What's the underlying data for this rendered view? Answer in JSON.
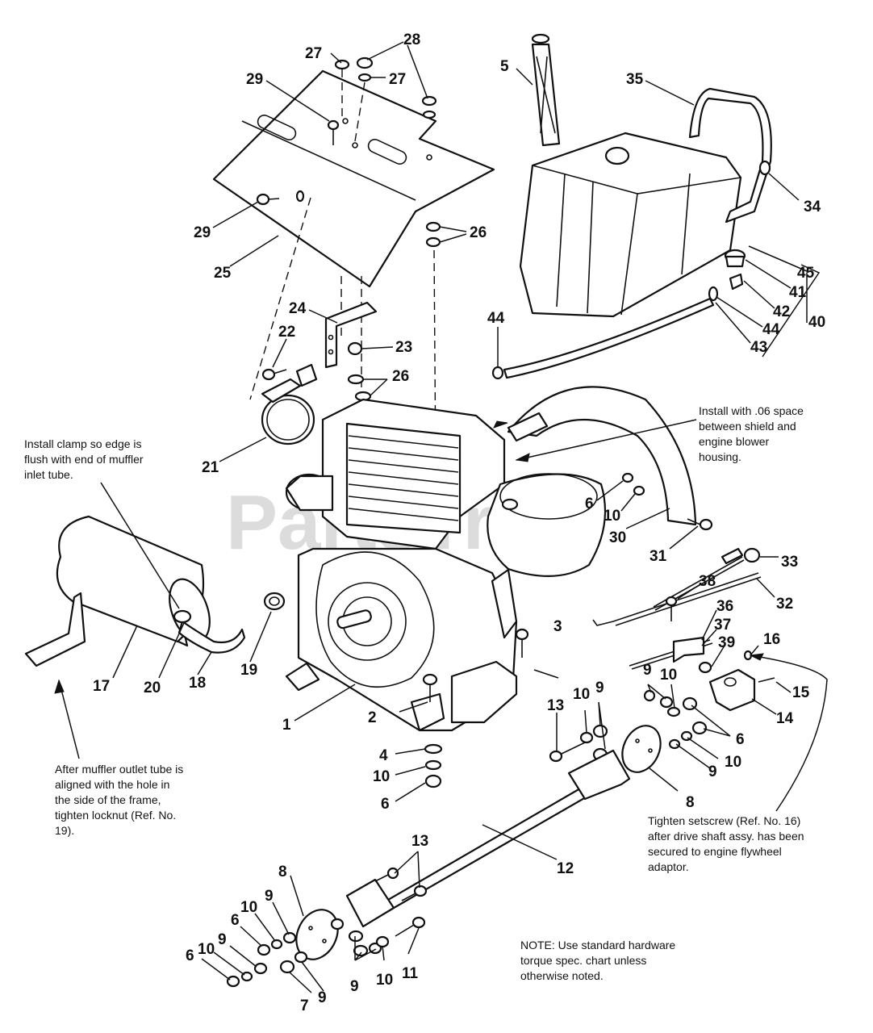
{
  "watermark": "PartsTree",
  "notes": {
    "clamp": "Install clamp so edge is\nflush with end of muffler\ninlet tube.",
    "shield": "Install with .06 space\nbetween shield and\nengine blower\nhousing.",
    "muffler": "After muffler outlet tube is\naligned with the hole in\nthe side of the frame,\ntighten locknut (Ref. No.\n19).",
    "setscrew": "Tighten setscrew (Ref. No. 16)\nafter drive shaft assy. has been\nsecured to engine flywheel\nadaptor.",
    "torque": "NOTE: Use standard hardware\ntorque spec. chart unless\notherwise noted."
  },
  "callouts": {
    "c1": "1",
    "c2": "2",
    "c3": "3",
    "c4": "4",
    "c5": "5",
    "c6a": "6",
    "c6b": "6",
    "c6c": "6",
    "c6d": "6",
    "c6e": "6",
    "c7": "7",
    "c8a": "8",
    "c8b": "8",
    "c9a": "9",
    "c9b": "9",
    "c9c": "9",
    "c9d": "9",
    "c9e": "9",
    "c9f": "9",
    "c9g": "9",
    "c10a": "10",
    "c10b": "10",
    "c10c": "10",
    "c10d": "10",
    "c10e": "10",
    "c10f": "10",
    "c10g": "10",
    "c10h": "10",
    "c11": "11",
    "c12": "12",
    "c13a": "13",
    "c13b": "13",
    "c14": "14",
    "c15": "15",
    "c16": "16",
    "c17": "17",
    "c18": "18",
    "c19": "19",
    "c20": "20",
    "c21": "21",
    "c22": "22",
    "c23": "23",
    "c24": "24",
    "c25": "25",
    "c26a": "26",
    "c26b": "26",
    "c27a": "27",
    "c27b": "27",
    "c28": "28",
    "c29a": "29",
    "c29b": "29",
    "c30": "30",
    "c31": "31",
    "c32": "32",
    "c33": "33",
    "c34": "34",
    "c35": "35",
    "c36": "36",
    "c37": "37",
    "c38": "38",
    "c39": "39",
    "c40": "40",
    "c41": "41",
    "c42": "42",
    "c43": "43",
    "c44a": "44",
    "c44b": "44",
    "c45": "45"
  }
}
